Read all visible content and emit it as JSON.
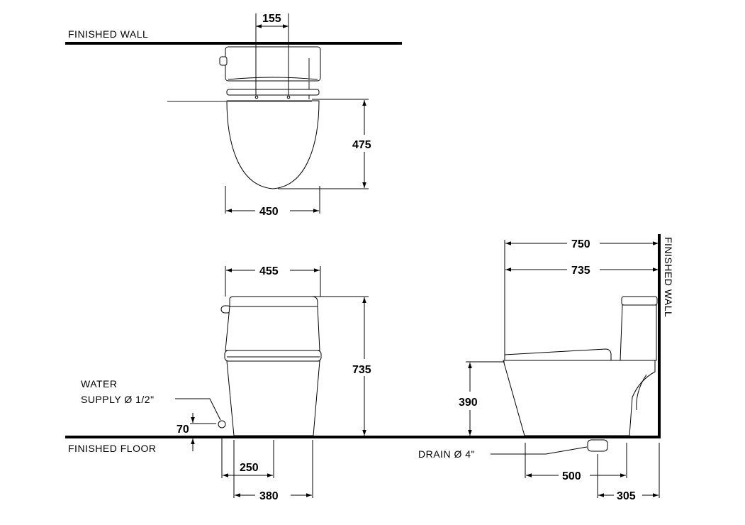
{
  "labels": {
    "finished_wall_top": "FINISHED  WALL",
    "finished_wall_side": "FINISHED  WALL",
    "finished_floor": "FINISHED  FLOOR",
    "water_supply_line1": "WATER",
    "water_supply_line2": "SUPPLY Ø 1/2\"",
    "drain": "DRAIN Ø 4\""
  },
  "dimensions": {
    "top_view": {
      "bolt_spacing": "155",
      "seat_depth": "475",
      "width": "450"
    },
    "front_view": {
      "tank_width": "455",
      "total_height": "735",
      "supply_height": "70",
      "supply_offset": "250",
      "base_width": "380"
    },
    "side_view": {
      "total_depth": "750",
      "seat_depth": "735",
      "seat_height": "390",
      "base_length": "500",
      "rough_in": "305"
    }
  }
}
